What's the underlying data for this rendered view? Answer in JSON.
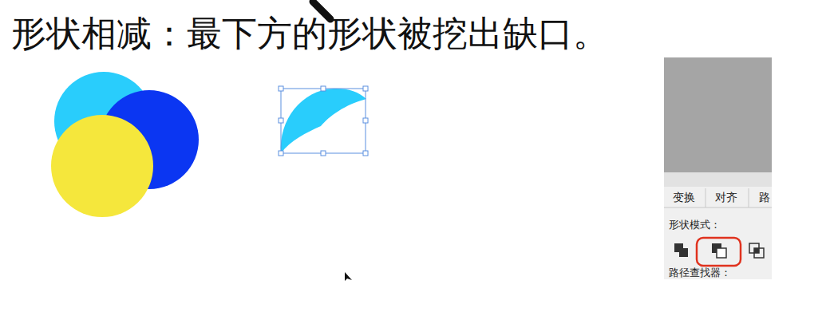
{
  "diagram": {
    "title": "形状相减：最下方的形状被挖出缺口。",
    "labels": [
      "变换",
      "对齐",
      "路",
      "形状模式：",
      "路径查找器："
    ]
  }
}
